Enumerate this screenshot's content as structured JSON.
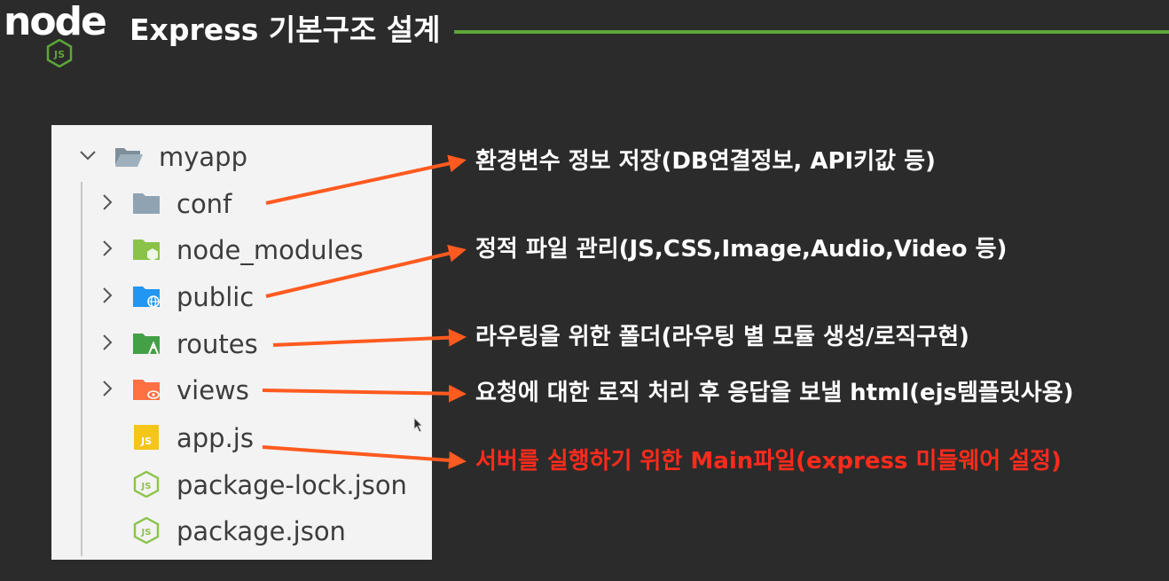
{
  "header": {
    "logo_text": "node",
    "logo_badge": "JS",
    "title": "Express 기본구조 설계",
    "accent_color": "#5da639"
  },
  "explorer": {
    "root": {
      "name": "myapp",
      "icon": "folder-open-icon",
      "expanded": true
    },
    "items": [
      {
        "name": "conf",
        "icon": "folder-icon",
        "color": "#8fa3b3",
        "kind": "folder"
      },
      {
        "name": "node_modules",
        "icon": "folder-node-icon",
        "color": "#8bc34a",
        "kind": "folder"
      },
      {
        "name": "public",
        "icon": "folder-public-icon",
        "color": "#2196f3",
        "kind": "folder"
      },
      {
        "name": "routes",
        "icon": "folder-routes-icon",
        "color": "#43a047",
        "kind": "folder"
      },
      {
        "name": "views",
        "icon": "folder-views-icon",
        "color": "#ff7043",
        "kind": "folder"
      },
      {
        "name": "app.js",
        "icon": "javascript-file-icon",
        "color": "#f5c518",
        "kind": "file"
      },
      {
        "name": "package-lock.json",
        "icon": "nodejs-file-icon",
        "color": "#8bc34a",
        "kind": "file"
      },
      {
        "name": "package.json",
        "icon": "nodejs-file-icon",
        "color": "#8bc34a",
        "kind": "file"
      }
    ]
  },
  "annotations": [
    {
      "text": "환경변수 정보 저장(DB연결정보, API키값 등)",
      "color": "#ffffff"
    },
    {
      "text": "정적 파일 관리(JS,CSS,Image,Audio,Video 등)",
      "color": "#ffffff"
    },
    {
      "text": "라우팅을 위한 폴더(라우팅 별 모듈 생성/로직구현)",
      "color": "#ffffff"
    },
    {
      "text": "요청에 대한 로직 처리 후 응답을 보낼 html(ejs템플릿사용)",
      "color": "#ffffff"
    },
    {
      "text": "서버를 실행하기 위한 Main파일(express 미들웨어 설정)",
      "color": "#ff2b1c"
    }
  ],
  "arrow_color": "#ff5a1f"
}
